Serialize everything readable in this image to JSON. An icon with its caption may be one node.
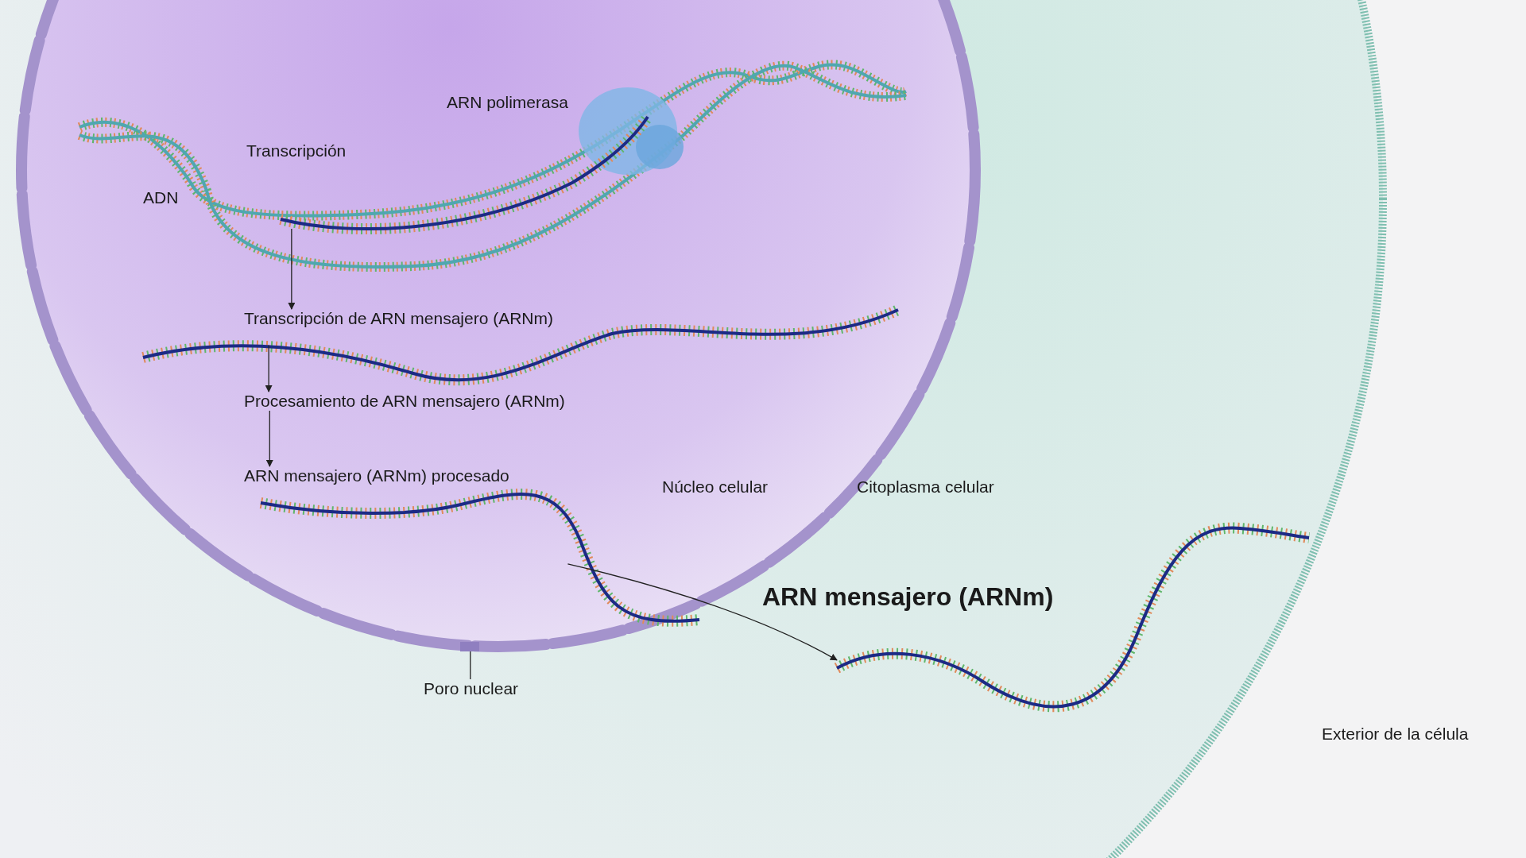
{
  "diagram": {
    "nodes": [
      {
        "text": [],
        "shape": "picture"
      },
      {
        "text": [
          "Transcripción de ARN mensajero (ARNm)"
        ]
      },
      {
        "text": [
          "Procesamiento de ARN mensajero (ARNm)"
        ]
      },
      {
        "text": [
          "ARN mensajero (ARNm) procesado"
        ]
      },
      {
        "text": [],
        "shape": "picture"
      },
      {
        "text": [],
        "shape": "picture"
      },
      {
        "text": [
          "Poro nuclear"
        ]
      },
      {
        "text": [],
        "shape": "bar"
      }
    ],
    "edges": [
      {
        "from": 0,
        "to": 1,
        "arrow": "to"
      },
      {
        "from": 1,
        "to": 2,
        "arrow": "to"
      },
      {
        "from": 2,
        "to": 3,
        "arrow": "to"
      },
      {
        "from": 4,
        "to": 5,
        "arrow": "to"
      },
      {
        "from": 6,
        "to": 7,
        "arrow": "none"
      }
    ],
    "labels": [
      "ARN polimerasa",
      "Transcripción",
      "ADN",
      "Núcleo celular",
      "Citoplasma celular",
      "ARN mensajero (ARNm)",
      "Exterior de la célula"
    ]
  }
}
